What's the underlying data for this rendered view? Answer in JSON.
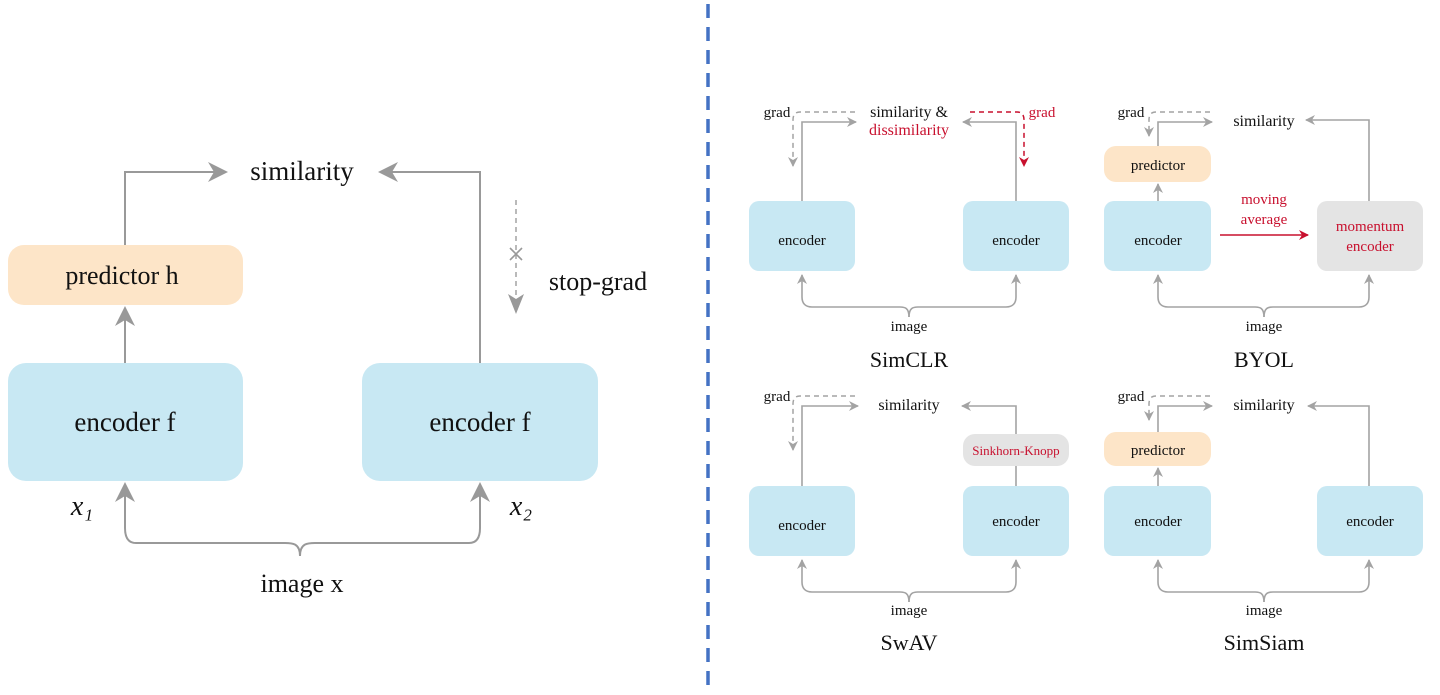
{
  "main": {
    "similarity": "similarity",
    "predictor": "predictor h",
    "encoder_left": "encoder f",
    "encoder_right": "encoder f",
    "x1": "x₁",
    "x2": "x₂",
    "image": "image x",
    "stop_grad": "stop-grad"
  },
  "simclr": {
    "grad_left": "grad",
    "similarity_line1": "similarity &",
    "similarity_line2": "dissimilarity",
    "grad_right": "grad",
    "encoder_left": "encoder",
    "encoder_right": "encoder",
    "image": "image",
    "title": "SimCLR"
  },
  "byol": {
    "grad": "grad",
    "similarity": "similarity",
    "predictor": "predictor",
    "encoder": "encoder",
    "moving_line1": "moving",
    "moving_line2": "average",
    "momentum_line1": "momentum",
    "momentum_line2": "encoder",
    "image": "image",
    "title": "BYOL"
  },
  "swav": {
    "grad": "grad",
    "similarity": "similarity",
    "sinkhorn": "Sinkhorn-Knopp",
    "encoder_left": "encoder",
    "encoder_right": "encoder",
    "image": "image",
    "title": "SwAV"
  },
  "simsiam": {
    "grad": "grad",
    "similarity": "similarity",
    "predictor": "predictor",
    "encoder_left": "encoder",
    "encoder_right": "encoder",
    "image": "image",
    "title": "SimSiam"
  },
  "colors": {
    "encoder": "#c8e8f3",
    "predictor": "#fde5c8",
    "grey_box": "#e4e4e4",
    "red": "#c8102e",
    "divider": "#4472c4"
  }
}
